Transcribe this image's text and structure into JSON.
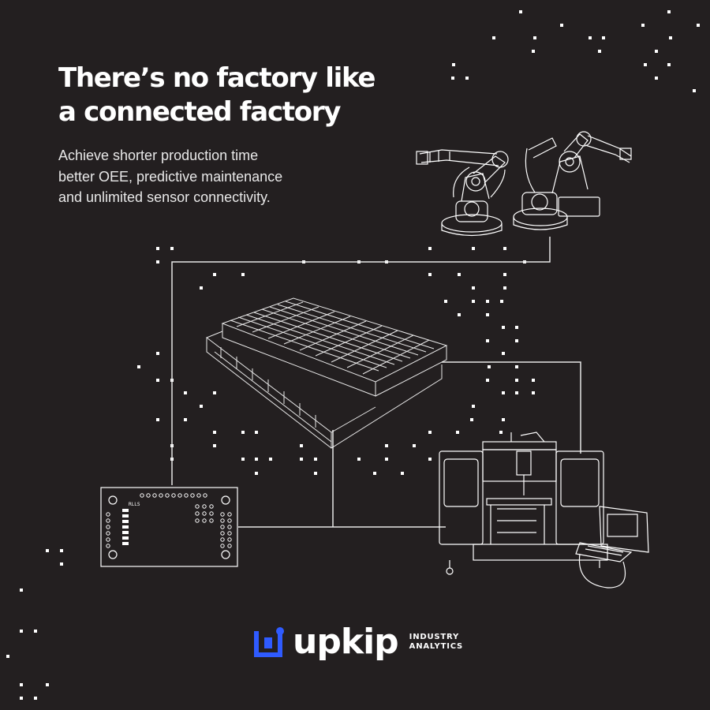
{
  "headline": {
    "line1": "There’s no factory like",
    "line2": "a connected factory"
  },
  "subtext": {
    "line1": "Achieve shorter production time",
    "line2": "better OEE, predictive maintenance",
    "line3": "and unlimited sensor connectivity."
  },
  "logo": {
    "wordmark": "upkip",
    "tagline_line1": "INDUSTRY",
    "tagline_line2": "ANALYTICS"
  },
  "board_label": "RLLS",
  "colors": {
    "background": "#231f20",
    "text": "#ffffff",
    "brand_blue": "#2f5bff",
    "line": "#e6e6e6"
  },
  "icons": [
    "robot-arms-illustration",
    "factory-building-illustration",
    "cnc-machine-illustration",
    "sensor-board-illustration",
    "upkip-logo-icon"
  ]
}
